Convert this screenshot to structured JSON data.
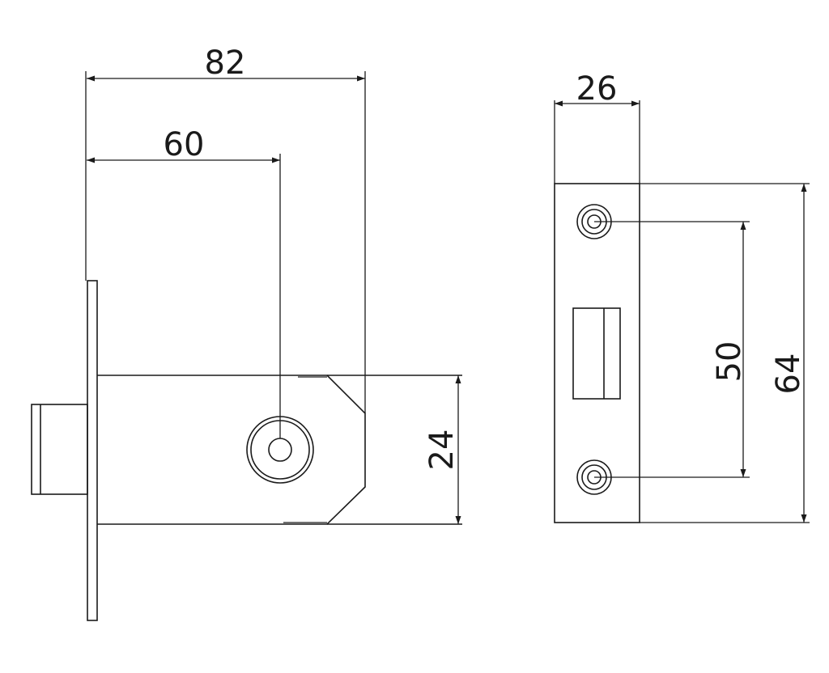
{
  "dimensions": {
    "overall_length": "82",
    "backset": "60",
    "body_height": "24",
    "faceplate_width": "26",
    "screw_spacing": "50",
    "faceplate_height": "64"
  }
}
